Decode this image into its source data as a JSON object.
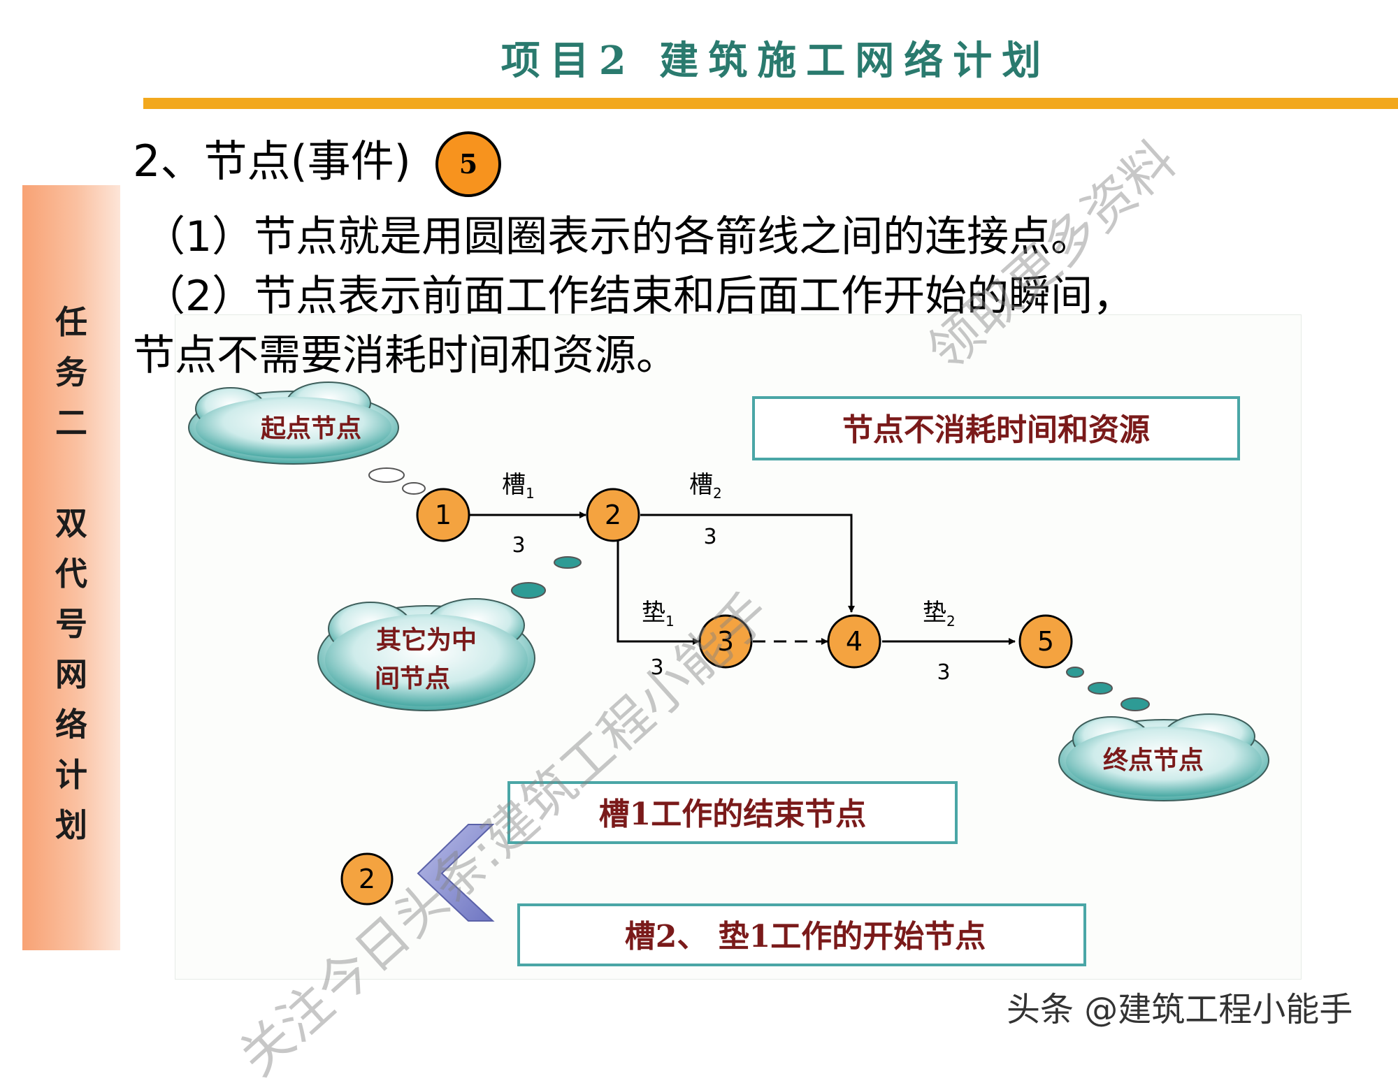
{
  "header": {
    "title": "项目2  建筑施工网络计划"
  },
  "sidebar": {
    "label": "任\n务\n二\n \n双\n代\n号\n网\n络\n计\n划"
  },
  "section": {
    "heading": "2、节点(事件)",
    "heading_node": "5"
  },
  "paragraphs": [
    "（1）节点就是用圆圈表示的各箭线之间的连接点。",
    "（2）节点表示前面工作结束和后面工作开始的瞬间，",
    "节点不需要消耗时间和资源。"
  ],
  "diagram": {
    "clouds": {
      "start": "起点节点",
      "middle_line1": "其它为中",
      "middle_line2": "间节点",
      "end": "终点节点"
    },
    "nodes": [
      "1",
      "2",
      "3",
      "4",
      "5"
    ],
    "activities": [
      {
        "name": "槽",
        "sub": "1",
        "duration": "3"
      },
      {
        "name": "槽",
        "sub": "2",
        "duration": "3"
      },
      {
        "name": "垫",
        "sub": "1",
        "duration": "3"
      },
      {
        "name": "垫",
        "sub": "2",
        "duration": "3"
      }
    ],
    "note_box": "节点不消耗时间和资源",
    "detail_node": "2",
    "callout_end": "槽1工作的结束节点",
    "callout_start": "槽2、 垫1工作的开始节点",
    "colors": {
      "node_fill": "#f4a340",
      "cloud_fill": "#2e9b95",
      "box_border": "#4aa6a6",
      "callout_text": "#7a1a1a",
      "chevron": "#7f86c9"
    }
  },
  "watermarks": [
    "关注今日头条:建筑工程小能手",
    "领取更多资料"
  ],
  "footer": {
    "credit": "头条 @建筑工程小能手"
  }
}
